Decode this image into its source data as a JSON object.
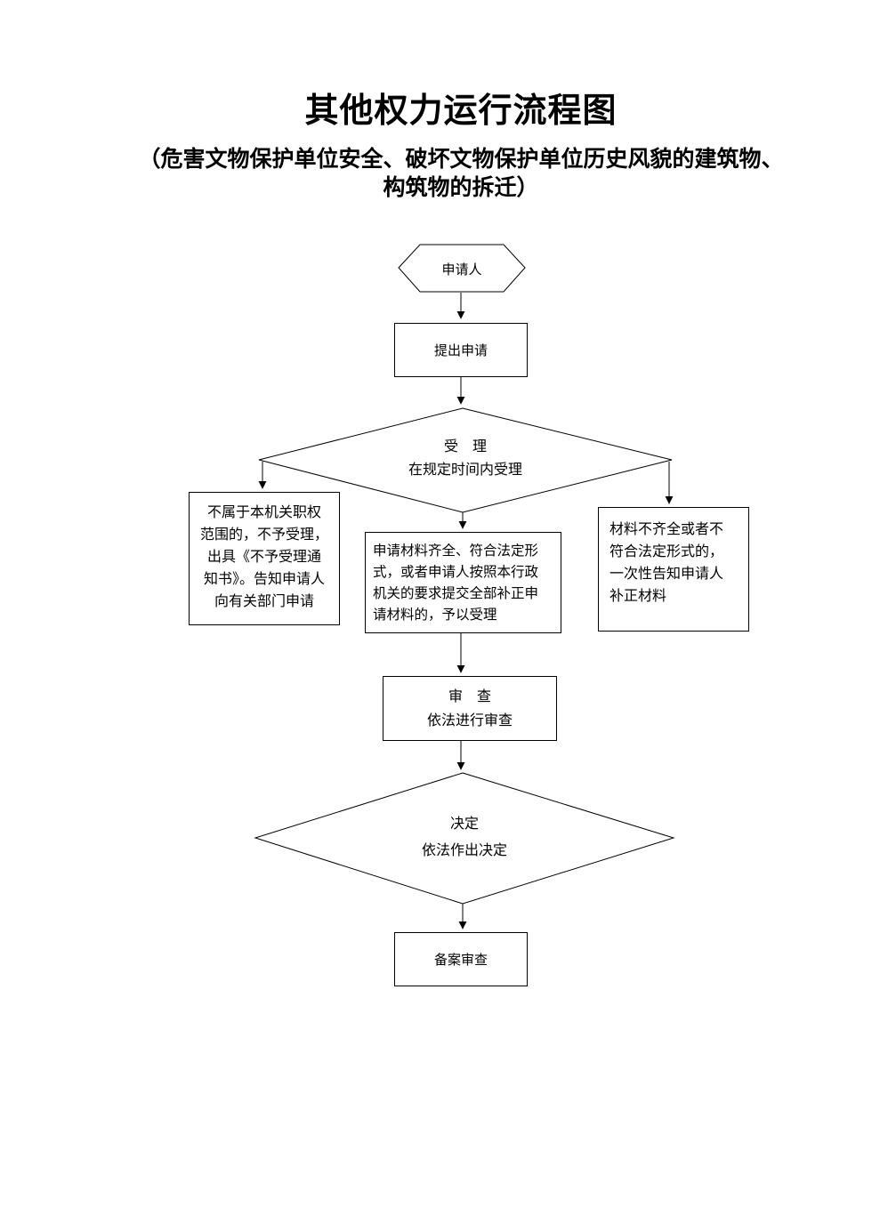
{
  "page": {
    "title": "其他权力运行流程图",
    "subtitle_line1": "（危害文物保护单位安全、破坏文物保护单位历史风貌的建筑物、",
    "subtitle_line2": "构筑物的拆迁）"
  },
  "nodes": {
    "applicant": {
      "label": "申请人"
    },
    "submit_application": {
      "label": "提出申请"
    },
    "acceptance": {
      "title": "受　理",
      "desc": "在规定时间内受理"
    },
    "not_accepted": {
      "lines": [
        "不属于本机关职权",
        "范围的，不予受理，",
        "出具《不予受理通",
        "知书》。告知申请人",
        "向有关部门申请"
      ]
    },
    "accepted": {
      "lines": [
        "申请材料齐全、符合法定形",
        "式，或者申请人按照本行政",
        "机关的要求提交全部补正申",
        "请材料的，予以受理"
      ]
    },
    "supplement": {
      "lines": [
        "材料不齐全或者不",
        "符合法定形式的，",
        "一次性告知申请人",
        "补正材料"
      ]
    },
    "review": {
      "title": "审　查",
      "desc": "依法进行审查"
    },
    "decision": {
      "title": "决定",
      "desc": "依法作出决定"
    },
    "record_review": {
      "label": "备案审查"
    }
  },
  "colors": {
    "line": "#000000",
    "background": "#ffffff"
  }
}
